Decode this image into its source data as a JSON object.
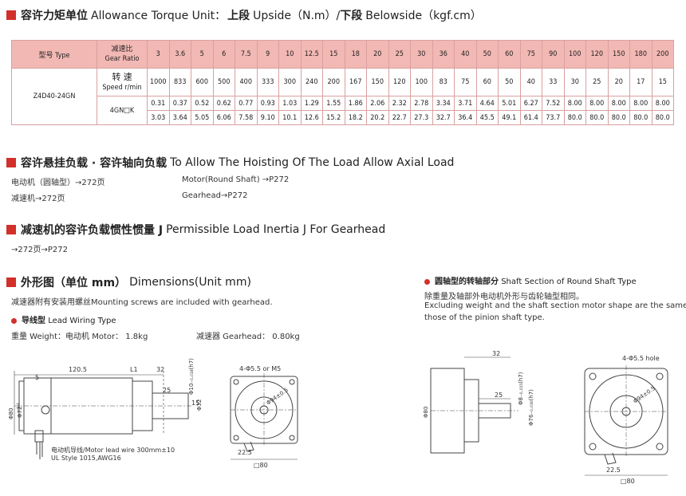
{
  "section1": {
    "title_cn": "容许力矩单位",
    "title_en": "Allowance Torque Unit：",
    "up_cn": "上段",
    "up_en": "Upside（N.m）/",
    "down_cn": "下段",
    "down_en": "Belowside（kgf.cm）"
  },
  "table": {
    "type_label": "型号 Type",
    "gear_ratio_label_cn": "减速比",
    "gear_ratio_label_en": "Gear Ratio",
    "model": "Z4D40-24GN",
    "speed_label_cn": "转 速",
    "speed_label_en": "Speed r/min",
    "gearhead_label": "4GN□K",
    "ratios": [
      "3",
      "3.6",
      "5",
      "6",
      "7.5",
      "9",
      "10",
      "12.5",
      "15",
      "18",
      "20",
      "25",
      "30",
      "36",
      "40",
      "50",
      "60",
      "75",
      "90",
      "100",
      "120",
      "150",
      "180",
      "200"
    ],
    "speeds": [
      "1000",
      "833",
      "600",
      "500",
      "400",
      "333",
      "300",
      "240",
      "200",
      "167",
      "150",
      "120",
      "100",
      "83",
      "75",
      "60",
      "50",
      "40",
      "33",
      "30",
      "25",
      "20",
      "17",
      "15"
    ],
    "torque_nm": [
      "0.31",
      "0.37",
      "0.52",
      "0.62",
      "0.77",
      "0.93",
      "1.03",
      "1.29",
      "1.55",
      "1.86",
      "2.06",
      "2.32",
      "2.78",
      "3.34",
      "3.71",
      "4.64",
      "5.01",
      "6.27",
      "7.52",
      "8.00",
      "8.00",
      "8.00",
      "8.00",
      "8.00"
    ],
    "torque_kgfcm": [
      "3.03",
      "3.64",
      "5.05",
      "6.06",
      "7.58",
      "9.10",
      "10.1",
      "12.6",
      "15.2",
      "18.2",
      "20.2",
      "22.7",
      "27.3",
      "32.7",
      "36.4",
      "45.5",
      "49.1",
      "61.4",
      "73.7",
      "80.0",
      "80.0",
      "80.0",
      "80.0",
      "80.0"
    ]
  },
  "section2": {
    "title_cn": "容许悬挂负载 · 容许轴向负载",
    "title_en": "To Allow The Hoisting Of The Load Allow Axial Load",
    "line1_cn": "电动机（圆轴型）→272页",
    "line1_en": "Motor(Round Shaft) →P272",
    "line2_cn": "减速机→272页",
    "line2_en": "Gearhead→P272"
  },
  "section3": {
    "title_cn": "减速机的容许负载惯性惯量 J",
    "title_en": "Permissible Load Inertia J For Gearhead",
    "line": "→272页→P272"
  },
  "section4": {
    "title_cn": "外形图（单位 mm）",
    "title_en": "Dimensions(Unit mm)",
    "note": "减速器附有安装用螺丝Mounting screws are included with gearhead.",
    "lead_cn": "导线型",
    "lead_en": "Lead Wiring Type",
    "weight_motor": "重量 Weight：电动机 Motor： 1.8kg",
    "weight_gear": "减速器 Gearhead： 0.80kg"
  },
  "section5": {
    "title_cn": "圆轴型的转轴部分",
    "title_en": "Shaft Section of Round Shaft Type",
    "line1": "除重量及轴部外电动机外形与齿轮轴型相同。",
    "line2": "Excluding weight and the shaft section motor shape are the same as",
    "line3": "those of the pinion shaft type."
  },
  "drawing": {
    "d120": "120.5",
    "dL1": "L1",
    "d32": "32",
    "d5": "5",
    "d25": "25",
    "d15": "15",
    "d10h7": "Φ10₋₀.₀₁₈(h7)",
    "d32b": "Φ32",
    "d80": "Φ80",
    "d72": "Φ72",
    "d3": "3",
    "holes": "4-Φ5.5 or M5",
    "pcd": "Φ94±0.5",
    "d225": "22.5",
    "sq80": "□80",
    "lead_note": "电动机导线/Motor lead wire 300mm±10",
    "ul": "UL Style 1015,AWG16",
    "r_d32": "32",
    "r_d25": "25",
    "r_d8": "Φ8₋₀.₀₁₅(h7)",
    "r_d76": "Φ76₋₀.₀₃₀(h7)",
    "r_d80": "Φ80",
    "r_holes": "4-Φ5.5 hole",
    "r_pcd": "Φ94±0.5",
    "r_d225": "22.5",
    "r_sq80": "□80"
  },
  "colors": {
    "accent": "#d2302a",
    "header_bg": "#f2b8b4",
    "border": "#d9a0a0"
  }
}
